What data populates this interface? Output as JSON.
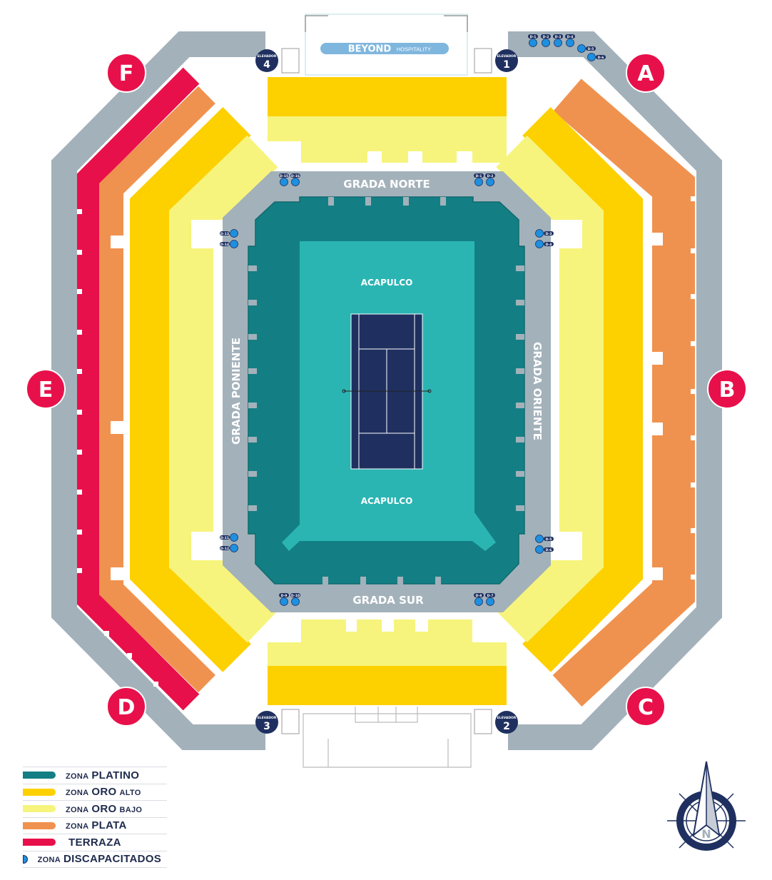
{
  "header": {
    "hospitality_brand": "BEYOND",
    "hospitality_label": "HOSPITALITY"
  },
  "gates": {
    "A": "A",
    "B": "B",
    "C": "C",
    "D": "D",
    "E": "E",
    "F": "F"
  },
  "elevators": [
    {
      "label": "ELEVADOR",
      "number": "1"
    },
    {
      "label": "ELEVADOR",
      "number": "2"
    },
    {
      "label": "ELEVADOR",
      "number": "3"
    },
    {
      "label": "ELEVADOR",
      "number": "4"
    }
  ],
  "stands": {
    "north": "GRADA NORTE",
    "south": "GRADA SUR",
    "west": "GRADA PONIENTE",
    "east": "GRADA ORIENTE"
  },
  "court_labels": {
    "top": "ACAPULCO",
    "bottom": "ACAPULCO"
  },
  "accessible_spots": {
    "outer": [
      "D-1",
      "D-2",
      "D-3",
      "D-4",
      "D-5",
      "D-6"
    ],
    "inner": [
      "D-15",
      "D-16",
      "D-1",
      "D-2",
      "D-13",
      "D-14",
      "D-3",
      "D-4",
      "D-11",
      "D-12",
      "D-5",
      "D-6",
      "D-9",
      "D-10",
      "D-8",
      "D-7"
    ]
  },
  "legend": [
    {
      "prefix": "ZONA",
      "name": "PLATINO",
      "suffix": "",
      "color": "#137f84"
    },
    {
      "prefix": "ZONA",
      "name": "ORO",
      "suffix": "ALTO",
      "color": "#fdd000"
    },
    {
      "prefix": "ZONA",
      "name": "ORO",
      "suffix": "BAJO",
      "color": "#f6f47c"
    },
    {
      "prefix": "ZONA",
      "name": "PLATA",
      "suffix": "",
      "color": "#f0924f"
    },
    {
      "prefix": "",
      "name": "TERRAZA",
      "suffix": "",
      "color": "#e8104a"
    },
    {
      "prefix": "ZONA",
      "name": "DISCAPACITADOS",
      "suffix": "",
      "color": "#1e90e0"
    }
  ],
  "compass": {
    "north_label": "N"
  },
  "colors": {
    "navy": "#1f3060",
    "gray": "#a3b1ba",
    "platino": "#137f84",
    "court": "#2ab5b3",
    "red": "#e8104a"
  }
}
